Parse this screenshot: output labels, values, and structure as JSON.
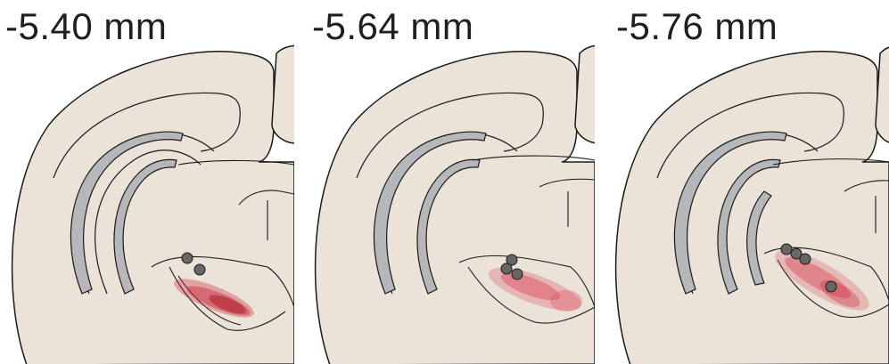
{
  "panels": [
    {
      "label": "-5.40 mm",
      "lesion_color": "#c8273a"
    },
    {
      "label": "-5.64 mm",
      "lesion_color": "#d9485a"
    },
    {
      "label": "-5.76 mm",
      "lesion_color": "#d9485a"
    }
  ],
  "colors": {
    "tissue": "#ebe3d8",
    "outline": "#1a1a1a",
    "ventricle": "#b5b7ba",
    "marker": "#666666"
  }
}
